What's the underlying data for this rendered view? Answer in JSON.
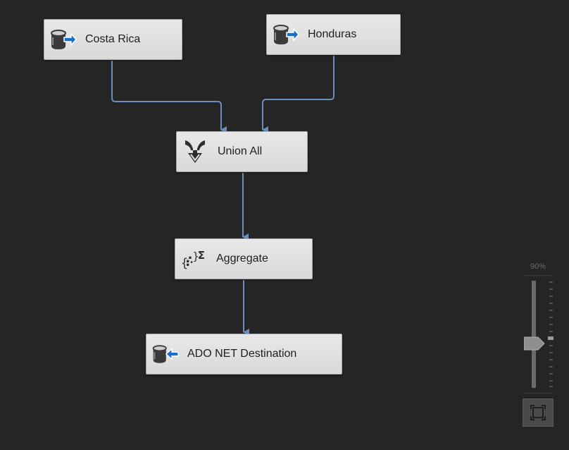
{
  "nodes": {
    "costa_rica": {
      "label": "Costa Rica",
      "icon": "ado-net-source-icon"
    },
    "honduras": {
      "label": "Honduras",
      "icon": "ado-net-source-icon"
    },
    "union_all": {
      "label": "Union All",
      "icon": "union-all-icon"
    },
    "aggregate": {
      "label": "Aggregate",
      "icon": "aggregate-icon"
    },
    "destination": {
      "label": "ADO NET Destination",
      "icon": "ado-net-destination-icon"
    }
  },
  "connectors": [
    {
      "from": "Costa Rica",
      "to": "Union All"
    },
    {
      "from": "Honduras",
      "to": "Union All"
    },
    {
      "from": "Union All",
      "to": "Aggregate"
    },
    {
      "from": "Aggregate",
      "to": "ADO NET Destination"
    }
  ],
  "zoom": {
    "label": "90%",
    "level_percent": 90,
    "fit_icon": "zoom-to-fit-icon"
  },
  "colors": {
    "canvas": "#252526",
    "connector": "#6b8fbd",
    "node_bg": "#e0e0e0",
    "arrow_accent": "#1c6fc9"
  }
}
